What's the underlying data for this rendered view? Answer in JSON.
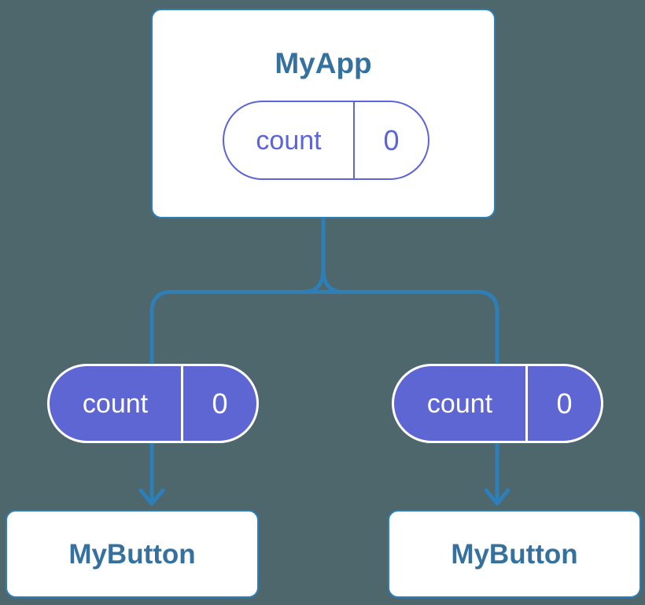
{
  "colors": {
    "background": "#4d676d",
    "connector": "#2e7eb8",
    "card_bg": "#ffffff",
    "card_border": "#2e7eb8",
    "title_text": "#35719f",
    "state_accent": "#5b64d8",
    "prop_fill": "#5e66d3",
    "prop_text": "#ffffff"
  },
  "root": {
    "title": "MyApp",
    "state": {
      "name": "count",
      "value": "0"
    }
  },
  "branches": [
    {
      "prop": {
        "name": "count",
        "value": "0"
      },
      "child": {
        "title": "MyButton"
      }
    },
    {
      "prop": {
        "name": "count",
        "value": "0"
      },
      "child": {
        "title": "MyButton"
      }
    }
  ]
}
